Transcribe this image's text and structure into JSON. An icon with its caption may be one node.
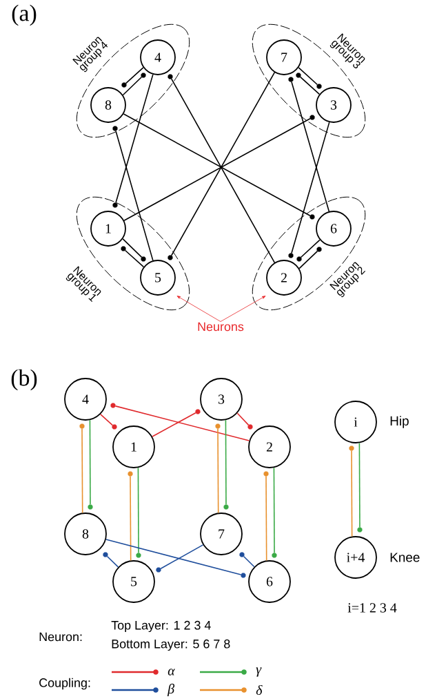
{
  "diagram": {
    "nodes": [
      {
        "text": [
          "Neuron group 4"
        ]
      },
      {
        "text": [
          "4"
        ],
        "in": 0
      },
      {
        "text": [
          "8"
        ],
        "in": 0
      },
      {
        "text": [
          "Neuron group 3"
        ]
      },
      {
        "text": [
          "7"
        ],
        "in": 3
      },
      {
        "text": [
          "3"
        ],
        "in": 3
      },
      {
        "text": [
          "Neuron group 1"
        ]
      },
      {
        "text": [
          "1"
        ],
        "in": 6
      },
      {
        "text": [
          "5"
        ],
        "in": 6
      },
      {
        "text": [
          "Neuron group 2"
        ]
      },
      {
        "text": [
          "6"
        ],
        "in": 9
      },
      {
        "text": [
          "2"
        ],
        "in": 9
      },
      {
        "text": [
          "Neurons"
        ]
      },
      {
        "text": [
          "4"
        ]
      },
      {
        "text": [
          "3"
        ]
      },
      {
        "text": [
          "1"
        ]
      },
      {
        "text": [
          "2"
        ]
      },
      {
        "text": [
          "8"
        ]
      },
      {
        "text": [
          "7"
        ]
      },
      {
        "text": [
          "5"
        ]
      },
      {
        "text": [
          "6"
        ]
      },
      {
        "text": [
          "i"
        ],
        "beside": [
          "Hip"
        ]
      },
      {
        "text": [
          "i+4"
        ],
        "beside": [
          "Knee"
        ]
      }
    ],
    "edges": [
      {
        "from": 1,
        "to": 2,
        "arrow": "other"
      },
      {
        "from": 2,
        "to": 1,
        "arrow": "other"
      },
      {
        "from": 5,
        "to": 4,
        "arrow": "other"
      },
      {
        "from": 4,
        "to": 5,
        "arrow": "other"
      },
      {
        "from": 8,
        "to": 7,
        "arrow": "other"
      },
      {
        "from": 7,
        "to": 8,
        "arrow": "other"
      },
      {
        "from": 11,
        "to": 10,
        "arrow": "other"
      },
      {
        "from": 10,
        "to": 11,
        "arrow": "other"
      },
      {
        "from": 2,
        "to": 10,
        "arrow": "other"
      },
      {
        "from": 11,
        "to": 1,
        "arrow": "other"
      },
      {
        "from": 4,
        "to": 8,
        "arrow": "other"
      },
      {
        "from": 7,
        "to": 5,
        "arrow": "other"
      },
      {
        "from": 8,
        "to": 2,
        "arrow": "other"
      },
      {
        "from": 1,
        "to": 7,
        "arrow": "other"
      },
      {
        "from": 10,
        "to": 4,
        "arrow": "other"
      },
      {
        "from": 5,
        "to": 11,
        "arrow": "other"
      },
      {
        "from": 12,
        "to": 8,
        "arrow": "to",
        "color": "#e8282b"
      },
      {
        "from": 12,
        "to": 11,
        "arrow": "to",
        "color": "#e8282b"
      },
      {
        "from": 13,
        "to": 15,
        "arrow": "other",
        "color": "#e02a2d"
      },
      {
        "from": 16,
        "to": 13,
        "arrow": "other",
        "color": "#e02a2d"
      },
      {
        "from": 15,
        "to": 14,
        "arrow": "other",
        "color": "#e02a2d"
      },
      {
        "from": 14,
        "to": 16,
        "arrow": "other",
        "color": "#e02a2d"
      },
      {
        "from": 17,
        "to": 13,
        "arrow": "other",
        "color": "#e8912e"
      },
      {
        "from": 19,
        "to": 15,
        "arrow": "other",
        "color": "#e8912e"
      },
      {
        "from": 18,
        "to": 14,
        "arrow": "other",
        "color": "#e8912e"
      },
      {
        "from": 20,
        "to": 16,
        "arrow": "other",
        "color": "#e8912e"
      },
      {
        "from": 22,
        "to": 21,
        "arrow": "other",
        "color": "#e8912e"
      },
      {
        "from": 13,
        "to": 17,
        "arrow": "other",
        "color": "#3aaa46"
      },
      {
        "from": 15,
        "to": 19,
        "arrow": "other",
        "color": "#3aaa46"
      },
      {
        "from": 14,
        "to": 18,
        "arrow": "other",
        "color": "#3aaa46"
      },
      {
        "from": 16,
        "to": 20,
        "arrow": "other",
        "color": "#3aaa46"
      },
      {
        "from": 21,
        "to": 22,
        "arrow": "other",
        "color": "#3aaa46"
      },
      {
        "from": 17,
        "to": 20,
        "arrow": "other",
        "color": "#1f4e9c"
      },
      {
        "from": 19,
        "to": 17,
        "arrow": "other",
        "color": "#1f4e9c"
      },
      {
        "from": 18,
        "to": 19,
        "arrow": "other",
        "color": "#1f4e9c"
      },
      {
        "from": 20,
        "to": 18,
        "arrow": "other",
        "color": "#1f4e9c"
      }
    ],
    "labels": [
      "(a)",
      "(b)",
      "i=1 2 3 4",
      "Neuron:",
      "Top Layer: 1 2 3 4",
      "Bottom Layer: 5 6 7 8",
      "Coupling:"
    ],
    "legend": [
      {
        "text": "α",
        "color": "#e02a2d"
      },
      {
        "text": "γ",
        "color": "#3aaa46"
      },
      {
        "text": "β",
        "color": "#1f4e9c"
      },
      {
        "text": "δ",
        "color": "#e8912e"
      }
    ]
  }
}
